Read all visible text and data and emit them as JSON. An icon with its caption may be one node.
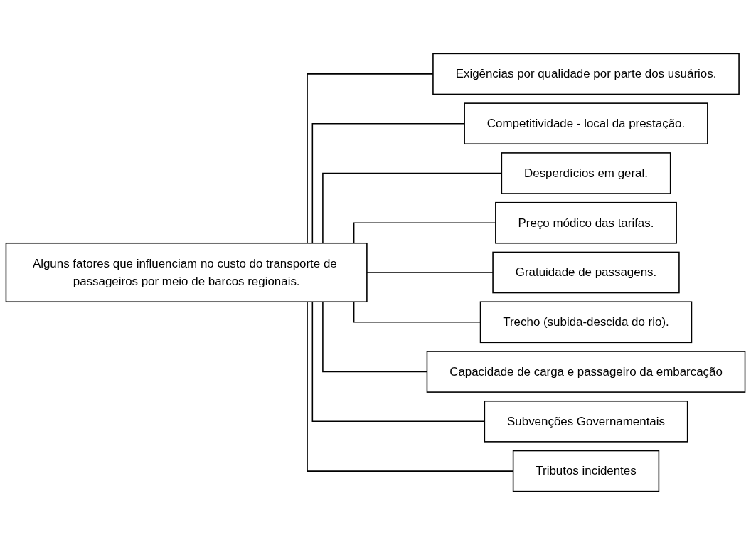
{
  "diagram": {
    "nodes": [
      {
        "text": [
          "Alguns fatores que influenciam no custo do transporte de passageiros por meio de barcos regionais."
        ]
      },
      {
        "text": [
          "Exigências por qualidade por parte dos usuários."
        ]
      },
      {
        "text": [
          "Competitividade - local da prestação."
        ]
      },
      {
        "text": [
          "Desperdícios em geral."
        ]
      },
      {
        "text": [
          "Preço módico das tarifas."
        ]
      },
      {
        "text": [
          "Gratuidade de passagens."
        ]
      },
      {
        "text": [
          "Trecho (subida-descida do rio)."
        ]
      },
      {
        "text": [
          "Capacidade de carga e passageiro da embarcação"
        ]
      },
      {
        "text": [
          "Subvenções Governamentais"
        ]
      },
      {
        "text": [
          "Tributos incidentes"
        ]
      }
    ],
    "edges": [
      {
        "from": 0,
        "to": 1,
        "arrow": "none"
      },
      {
        "from": 0,
        "to": 2,
        "arrow": "none"
      },
      {
        "from": 0,
        "to": 3,
        "arrow": "none"
      },
      {
        "from": 0,
        "to": 4,
        "arrow": "none"
      },
      {
        "from": 0,
        "to": 5,
        "arrow": "none"
      },
      {
        "from": 0,
        "to": 6,
        "arrow": "none"
      },
      {
        "from": 0,
        "to": 7,
        "arrow": "none"
      },
      {
        "from": 0,
        "to": 8,
        "arrow": "none"
      },
      {
        "from": 0,
        "to": 9,
        "arrow": "none"
      }
    ]
  }
}
